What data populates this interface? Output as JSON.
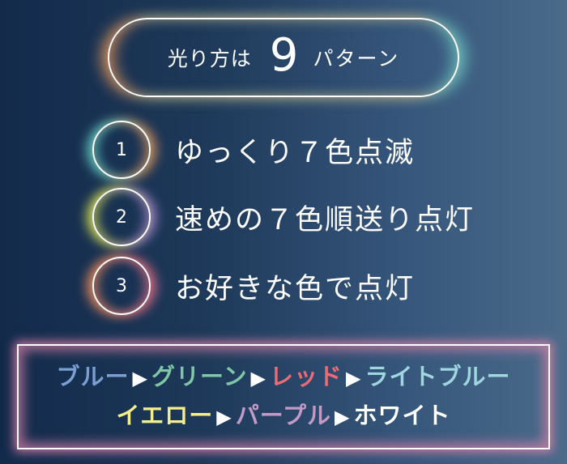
{
  "header": {
    "prefix": "光り方は",
    "number": "9",
    "suffix": "パターン"
  },
  "items": [
    {
      "number": "1",
      "label": "ゆっくり７色点滅"
    },
    {
      "number": "2",
      "label": "速めの７色順送り点灯"
    },
    {
      "number": "3",
      "label": "お好きな色で点灯"
    }
  ],
  "arrow_glyph": "▶",
  "colors": {
    "row1": [
      {
        "label": "ブルー",
        "hex": "#7b9fd3"
      },
      {
        "label": "グリーン",
        "hex": "#7fc8a6"
      },
      {
        "label": "レッド",
        "hex": "#ee6b75"
      },
      {
        "label": "ライトブルー",
        "hex": "#9fd6df"
      }
    ],
    "row2": [
      {
        "label": "イエロー",
        "hex": "#f5ee8c"
      },
      {
        "label": "パープル",
        "hex": "#c29ac6"
      },
      {
        "label": "ホワイト",
        "hex": "#ffffff"
      }
    ]
  }
}
